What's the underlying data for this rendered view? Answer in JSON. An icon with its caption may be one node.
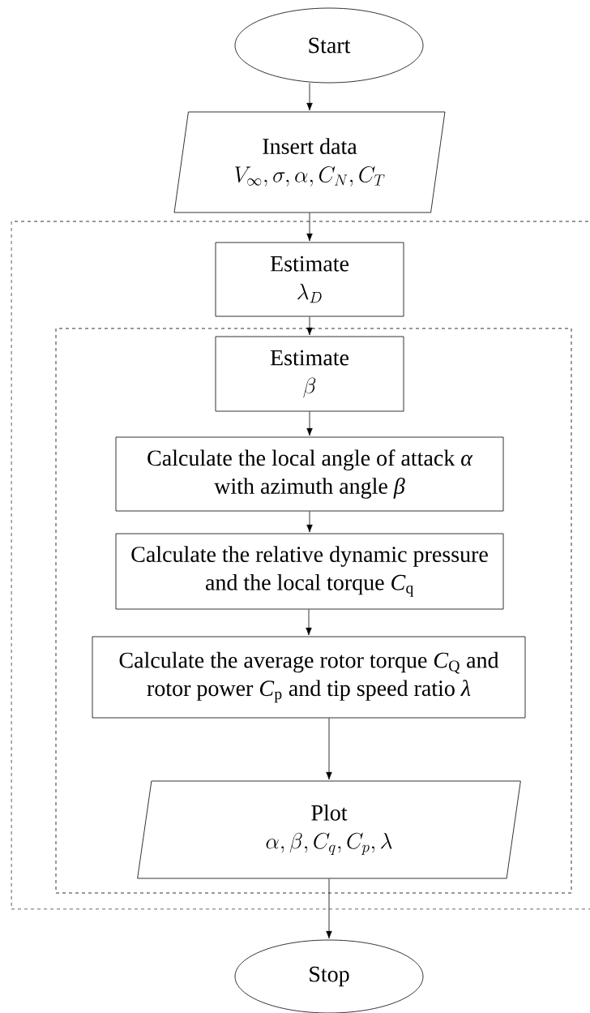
{
  "diagram": {
    "nodes": [
      {
        "text": [
          "Start"
        ]
      },
      {
        "text": [
          "Insert data",
          "V_{\\infty}, \\sigma, \\alpha, C_N, C_T"
        ]
      },
      {
        "text": [],
        "shape": "box"
      },
      {
        "text": [
          "Estimate",
          "\\lambda_D"
        ],
        "in": 2
      },
      {
        "text": [],
        "shape": "box",
        "in": 2
      },
      {
        "text": [
          "Estimate",
          "\\beta"
        ],
        "in": 4
      },
      {
        "text": [
          "Calculate the local angle of attack *α* with azimuth angle *β*"
        ],
        "in": 4
      },
      {
        "text": [
          "Calculate the relative dynamic pressure and the local torque *C*$_{q}$"
        ],
        "in": 4
      },
      {
        "text": [
          "Calculate the average rotor torque *C*$_{Q}$ and rotor power *C*$_{p}$ and tip speed ratio *λ*"
        ],
        "in": 4
      },
      {
        "text": [
          "Plot",
          "\\alpha, \\beta, C_q, C_p, \\lambda"
        ],
        "in": 4
      },
      {
        "text": [
          "Stop"
        ]
      }
    ],
    "edges": [
      {
        "from": 0,
        "to": 1,
        "arrow": "to"
      },
      {
        "from": 1,
        "to": 3,
        "arrow": "to"
      },
      {
        "from": 3,
        "to": 5,
        "arrow": "to"
      },
      {
        "from": 5,
        "to": 6,
        "arrow": "to"
      },
      {
        "from": 6,
        "to": 7,
        "arrow": "to"
      },
      {
        "from": 7,
        "to": 8,
        "arrow": "to"
      },
      {
        "from": 8,
        "to": 9,
        "arrow": "to"
      },
      {
        "from": 9,
        "to": 10,
        "arrow": "to"
      }
    ]
  }
}
